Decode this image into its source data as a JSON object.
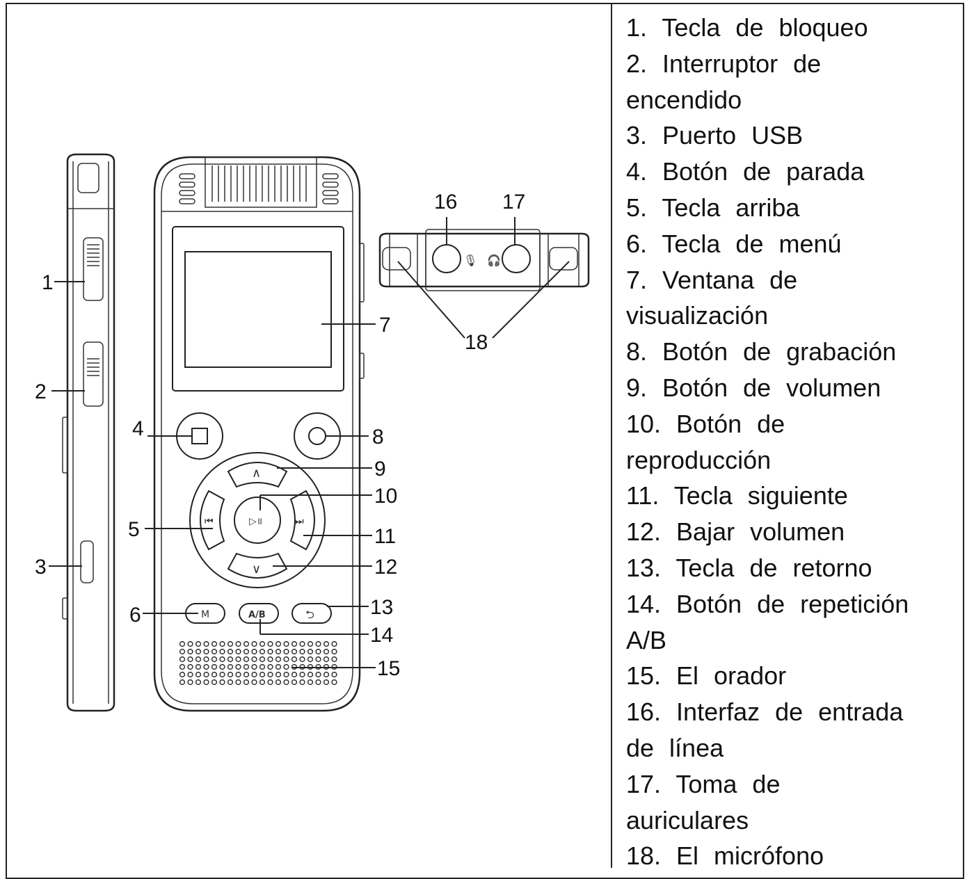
{
  "callouts": {
    "c1": "1",
    "c2": "2",
    "c3": "3",
    "c4": "4",
    "c5": "5",
    "c6": "6",
    "c7": "7",
    "c8": "8",
    "c9": "9",
    "c10": "10",
    "c11": "11",
    "c12": "12",
    "c13": "13",
    "c14": "14",
    "c15": "15",
    "c16": "16",
    "c17": "17",
    "c18": "18"
  },
  "button_glyphs": {
    "stop": "□",
    "record": "○",
    "up": "∧",
    "down": "∨",
    "play": "▷॥",
    "prev": "⏮",
    "next": "⏭",
    "menu": "M",
    "ab": "A/B",
    "back": "⮌"
  },
  "legend": [
    "1. Tecla de bloqueo",
    "2. Interruptor de",
    "encendido",
    "3. Puerto USB",
    "4. Botón de parada",
    "5. Tecla arriba",
    "6. Tecla de menú",
    "7. Ventana de",
    "visualización",
    "8. Botón de grabación",
    "9. Botón de volumen",
    "10. Botón de",
    "reproducción",
    "11. Tecla siguiente",
    "12. Bajar volumen",
    "13. Tecla de retorno",
    "14. Botón de repetición",
    "A/B",
    "15. El orador",
    "16. Interfaz de entrada",
    "de línea",
    "17. Toma de",
    "auriculares",
    "18. El micrófono"
  ]
}
